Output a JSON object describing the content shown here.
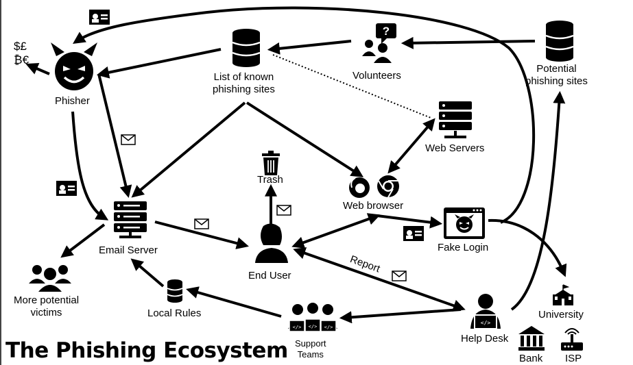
{
  "title": "The Phishing Ecosystem",
  "nodes": {
    "phisher": "Phisher",
    "known_sites": [
      "List of known",
      "phishing sites"
    ],
    "volunteers": "Volunteers",
    "potential_sites": [
      "Potential",
      "phishing sites"
    ],
    "web_servers": "Web Servers",
    "trash": "Trash",
    "web_browser": "Web browser",
    "email_server": "Email Server",
    "end_user": "End User",
    "fake_login": "Fake Login",
    "more_victims": [
      "More potential",
      "victims"
    ],
    "local_rules": "Local Rules",
    "support_teams": [
      "Support",
      "Teams"
    ],
    "help_desk": "Help Desk",
    "university": "University",
    "bank": "Bank",
    "isp": "ISP"
  },
  "edge_labels": {
    "report": "Report"
  },
  "currency": [
    "$£",
    "₿€"
  ],
  "colors": {
    "ink": "#000000",
    "background": "#ffffff"
  },
  "icons": [
    "devil-icon",
    "database-icon",
    "volunteers-icon",
    "server-icon",
    "trash-icon",
    "firefox-icon",
    "chrome-icon",
    "user-icon",
    "fake-login-window-icon",
    "group-icon",
    "support-team-icon",
    "help-desk-icon",
    "university-icon",
    "bank-icon",
    "router-icon",
    "id-card-icon",
    "envelope-icon"
  ]
}
